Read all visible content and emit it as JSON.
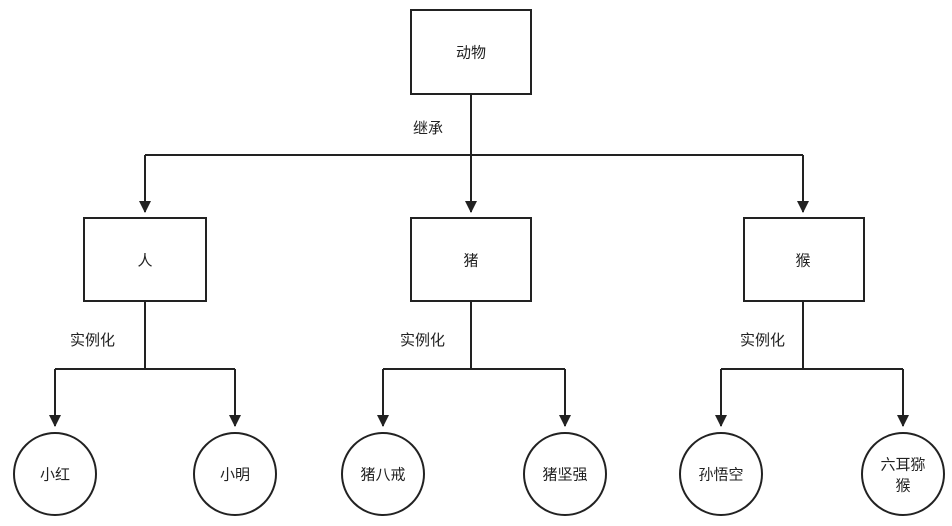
{
  "diagram": {
    "root": {
      "label": "动物"
    },
    "root_edge_label": "继承",
    "classes": [
      {
        "label": "人",
        "edge_label": "实例化",
        "instances": [
          {
            "label": "小红"
          },
          {
            "label": "小明"
          }
        ]
      },
      {
        "label": "猪",
        "edge_label": "实例化",
        "instances": [
          {
            "label": "猪八戒"
          },
          {
            "label": "猪坚强"
          }
        ]
      },
      {
        "label": "猴",
        "edge_label": "实例化",
        "instances": [
          {
            "label": "孙悟空"
          },
          {
            "label": "六耳猕",
            "label2": "猴"
          }
        ]
      }
    ]
  }
}
